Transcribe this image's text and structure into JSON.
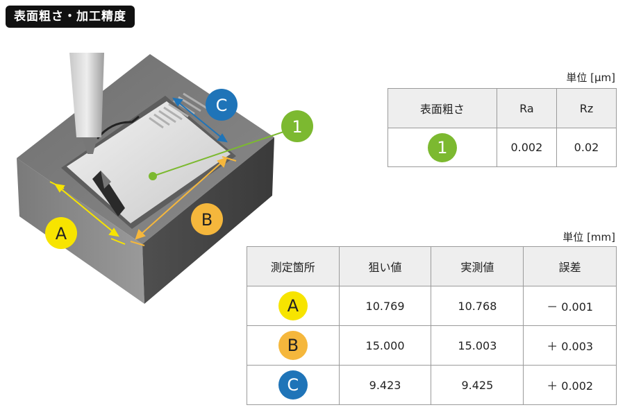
{
  "title": "表面粗さ・加工精度",
  "diagram_markers": {
    "one": "1",
    "a": "A",
    "b": "B",
    "c": "C"
  },
  "colors": {
    "green": "#7cb930",
    "yellow": "#f7e400",
    "orange": "#f5b73c",
    "blue": "#1f74b8"
  },
  "roughness_table": {
    "unit": "単位 [μm]",
    "headers": [
      "表面粗さ",
      "Ra",
      "Rz"
    ],
    "rows": [
      {
        "marker": "1",
        "ra": "0.002",
        "rz": "0.02"
      }
    ]
  },
  "accuracy_table": {
    "unit": "単位 [mm]",
    "headers": [
      "測定箇所",
      "狙い値",
      "実測値",
      "誤差"
    ],
    "rows": [
      {
        "marker": "A",
        "target": "10.769",
        "measured": "10.768",
        "error": "－ 0.001"
      },
      {
        "marker": "B",
        "target": "15.000",
        "measured": "15.003",
        "error": "＋ 0.003"
      },
      {
        "marker": "C",
        "target": "9.423",
        "measured": "9.425",
        "error": "＋ 0.002"
      }
    ]
  }
}
